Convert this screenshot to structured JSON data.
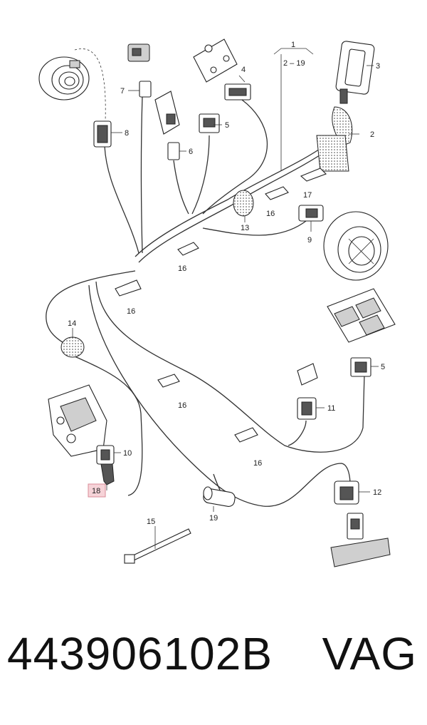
{
  "diagram": {
    "callouts": {
      "c1": "1",
      "c1_range": "2 – 19",
      "c2": "2",
      "c3": "3",
      "c4": "4",
      "c5a": "5",
      "c5b": "5",
      "c6": "6",
      "c7": "7",
      "c8": "8",
      "c9": "9",
      "c10": "10",
      "c11": "11",
      "c12": "12",
      "c13": "13",
      "c14": "14",
      "c15": "15",
      "c16a": "16",
      "c16b": "16",
      "c16c": "16",
      "c16d": "16",
      "c16e": "16",
      "c17": "17",
      "c18": "18",
      "c19": "19"
    },
    "highlight_color": "#f6d3d8"
  },
  "footer": {
    "part_number": "443906102B",
    "brand": "VAG"
  }
}
